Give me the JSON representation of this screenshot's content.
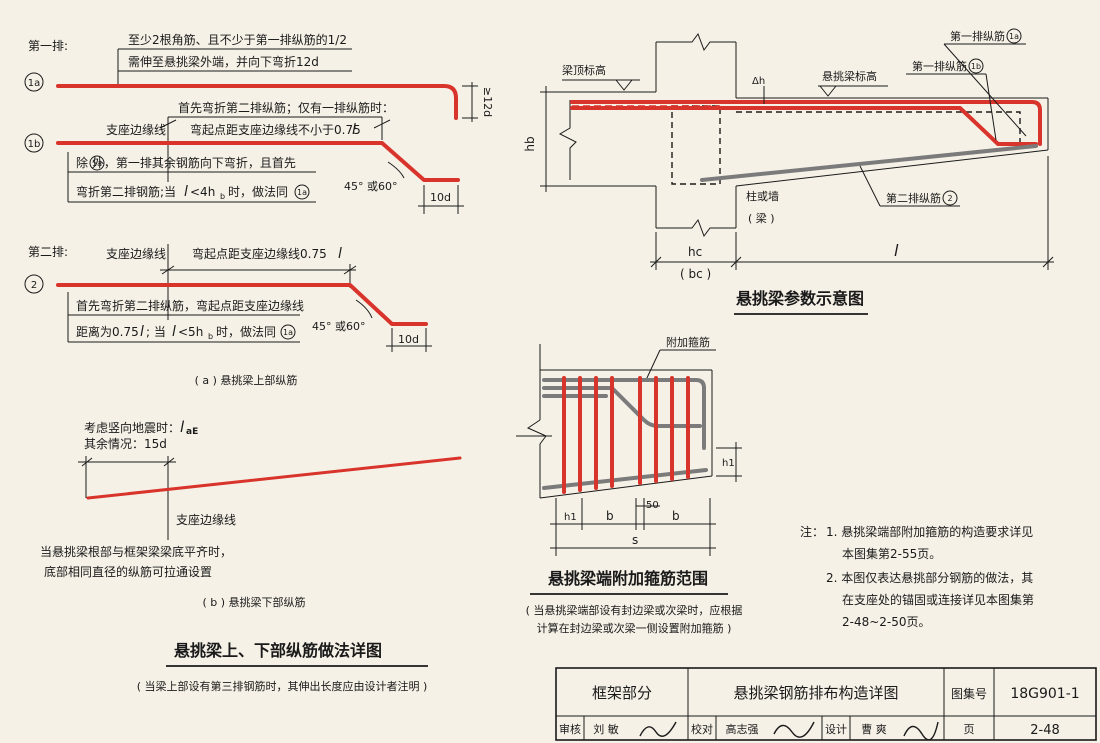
{
  "upper": {
    "row1_label": "第一排:",
    "marker_1a": "1a",
    "marker_1b": "1b",
    "marker_2": "2",
    "note_1a_l1": "至少2根角筋、且不少于第一排纵筋的1/2",
    "note_1a_l2": "需伸至悬挑梁外端，并向下弯折12d",
    "dim_12d": "≥12d",
    "note_1b_top_l1": "首先弯折第二排纵筋；仅有一排纵筋时：",
    "support_edge_1": "支座边缘线",
    "note_1b_top_l2": "弯起点距支座边缘线不小于0.75",
    "l_symbol": "l",
    "note_1b_bot_l1": "除    外，第一排其余钢筋向下弯折，且首先",
    "note_1b_bot_l2": "弯折第二排钢筋;当",
    "note_1b_bot_l2b": "<4h",
    "note_1b_bot_l2c": "b",
    "note_1b_bot_l2d": "时，做法同",
    "angle_1b": "45° 或60°",
    "dim_10d_1": "10d",
    "row2_label": "第二排:",
    "support_edge_2": "支座边缘线",
    "note_2_top": "弯起点距支座边缘线0.75",
    "note_2_bot_l1": "首先弯折第二排纵筋，弯起点距支座边缘线",
    "note_2_bot_l2": "距离为0.75",
    "note_2_bot_l2b": "; 当",
    "note_2_bot_l2c": "<5h",
    "note_2_bot_l2d": "b",
    "note_2_bot_l2e": "时，做法同",
    "angle_2": "45° 或60°",
    "dim_10d_2": "10d",
    "caption_a": "( a ) 悬挑梁上部纵筋"
  },
  "lower": {
    "seismic_l1": "考虑竖向地震时：",
    "seismic_l1_sym": "l",
    "seismic_l1_sub": "aE",
    "seismic_l2": "其余情况：15d",
    "support_edge": "支座边缘线",
    "note_l1": "当悬挑梁根部与框架梁梁底平齐时，",
    "note_l2": "底部相同直径的纵筋可拉通设置",
    "caption_b": "( b ) 悬挑梁下部纵筋"
  },
  "main_title": "悬挑梁上、下部纵筋做法详图",
  "main_subtitle": "( 当梁上部设有第三排钢筋时，其伸出长度应由设计者注明 )",
  "params": {
    "beam_top_elev": "梁顶标高",
    "cant_top_elev": "悬挑梁标高",
    "delta_h": "Δh",
    "row1_1a": "第一排纵筋",
    "row1_1b": "第一排纵筋",
    "mk_1a": "1a",
    "mk_1b": "1b",
    "hb": "hb",
    "col_wall": "柱或墙",
    "beam_paren": "( 梁 )",
    "row2": "第二排纵筋",
    "mk_2": "2",
    "hc": "hc",
    "bc": "( bc )",
    "l": "l",
    "title": "悬挑梁参数示意图"
  },
  "stirrups": {
    "label": "附加箍筋",
    "h1": "h1",
    "d50": "50",
    "b1": "b",
    "b2": "b",
    "h1_bot": "h1",
    "s": "s",
    "title": "悬挑梁端附加箍筋范围",
    "sub_l1": "( 当悬挑梁端部设有封边梁或次梁时，应根据",
    "sub_l2": "计算在封边梁或次梁一侧设置附加箍筋 )"
  },
  "notes": {
    "prefix": "注：",
    "n1_l1": "1. 悬挑梁端部附加箍筋的构造要求详见",
    "n1_l2": "本图集第2-55页。",
    "n2_l1": "2. 本图仅表达悬挑部分钢筋的做法，其",
    "n2_l2": "在支座处的锚固或连接详见本图集第",
    "n2_l3": "2-48~2-50页。"
  },
  "titleblock": {
    "section": "框架部分",
    "drawing_title": "悬挑梁钢筋排布构造详图",
    "atlas_label": "图集号",
    "atlas_no": "18G901-1",
    "review": "审核",
    "reviewer": "刘 敏",
    "check": "校对",
    "checker": "高志强",
    "design": "设计",
    "designer": "曹 爽",
    "page_label": "页",
    "page_no": "2-48"
  },
  "colors": {
    "rebar": "#d9342b",
    "rebar_gray": "#7b7b7b",
    "paper": "#f6f1e7"
  }
}
